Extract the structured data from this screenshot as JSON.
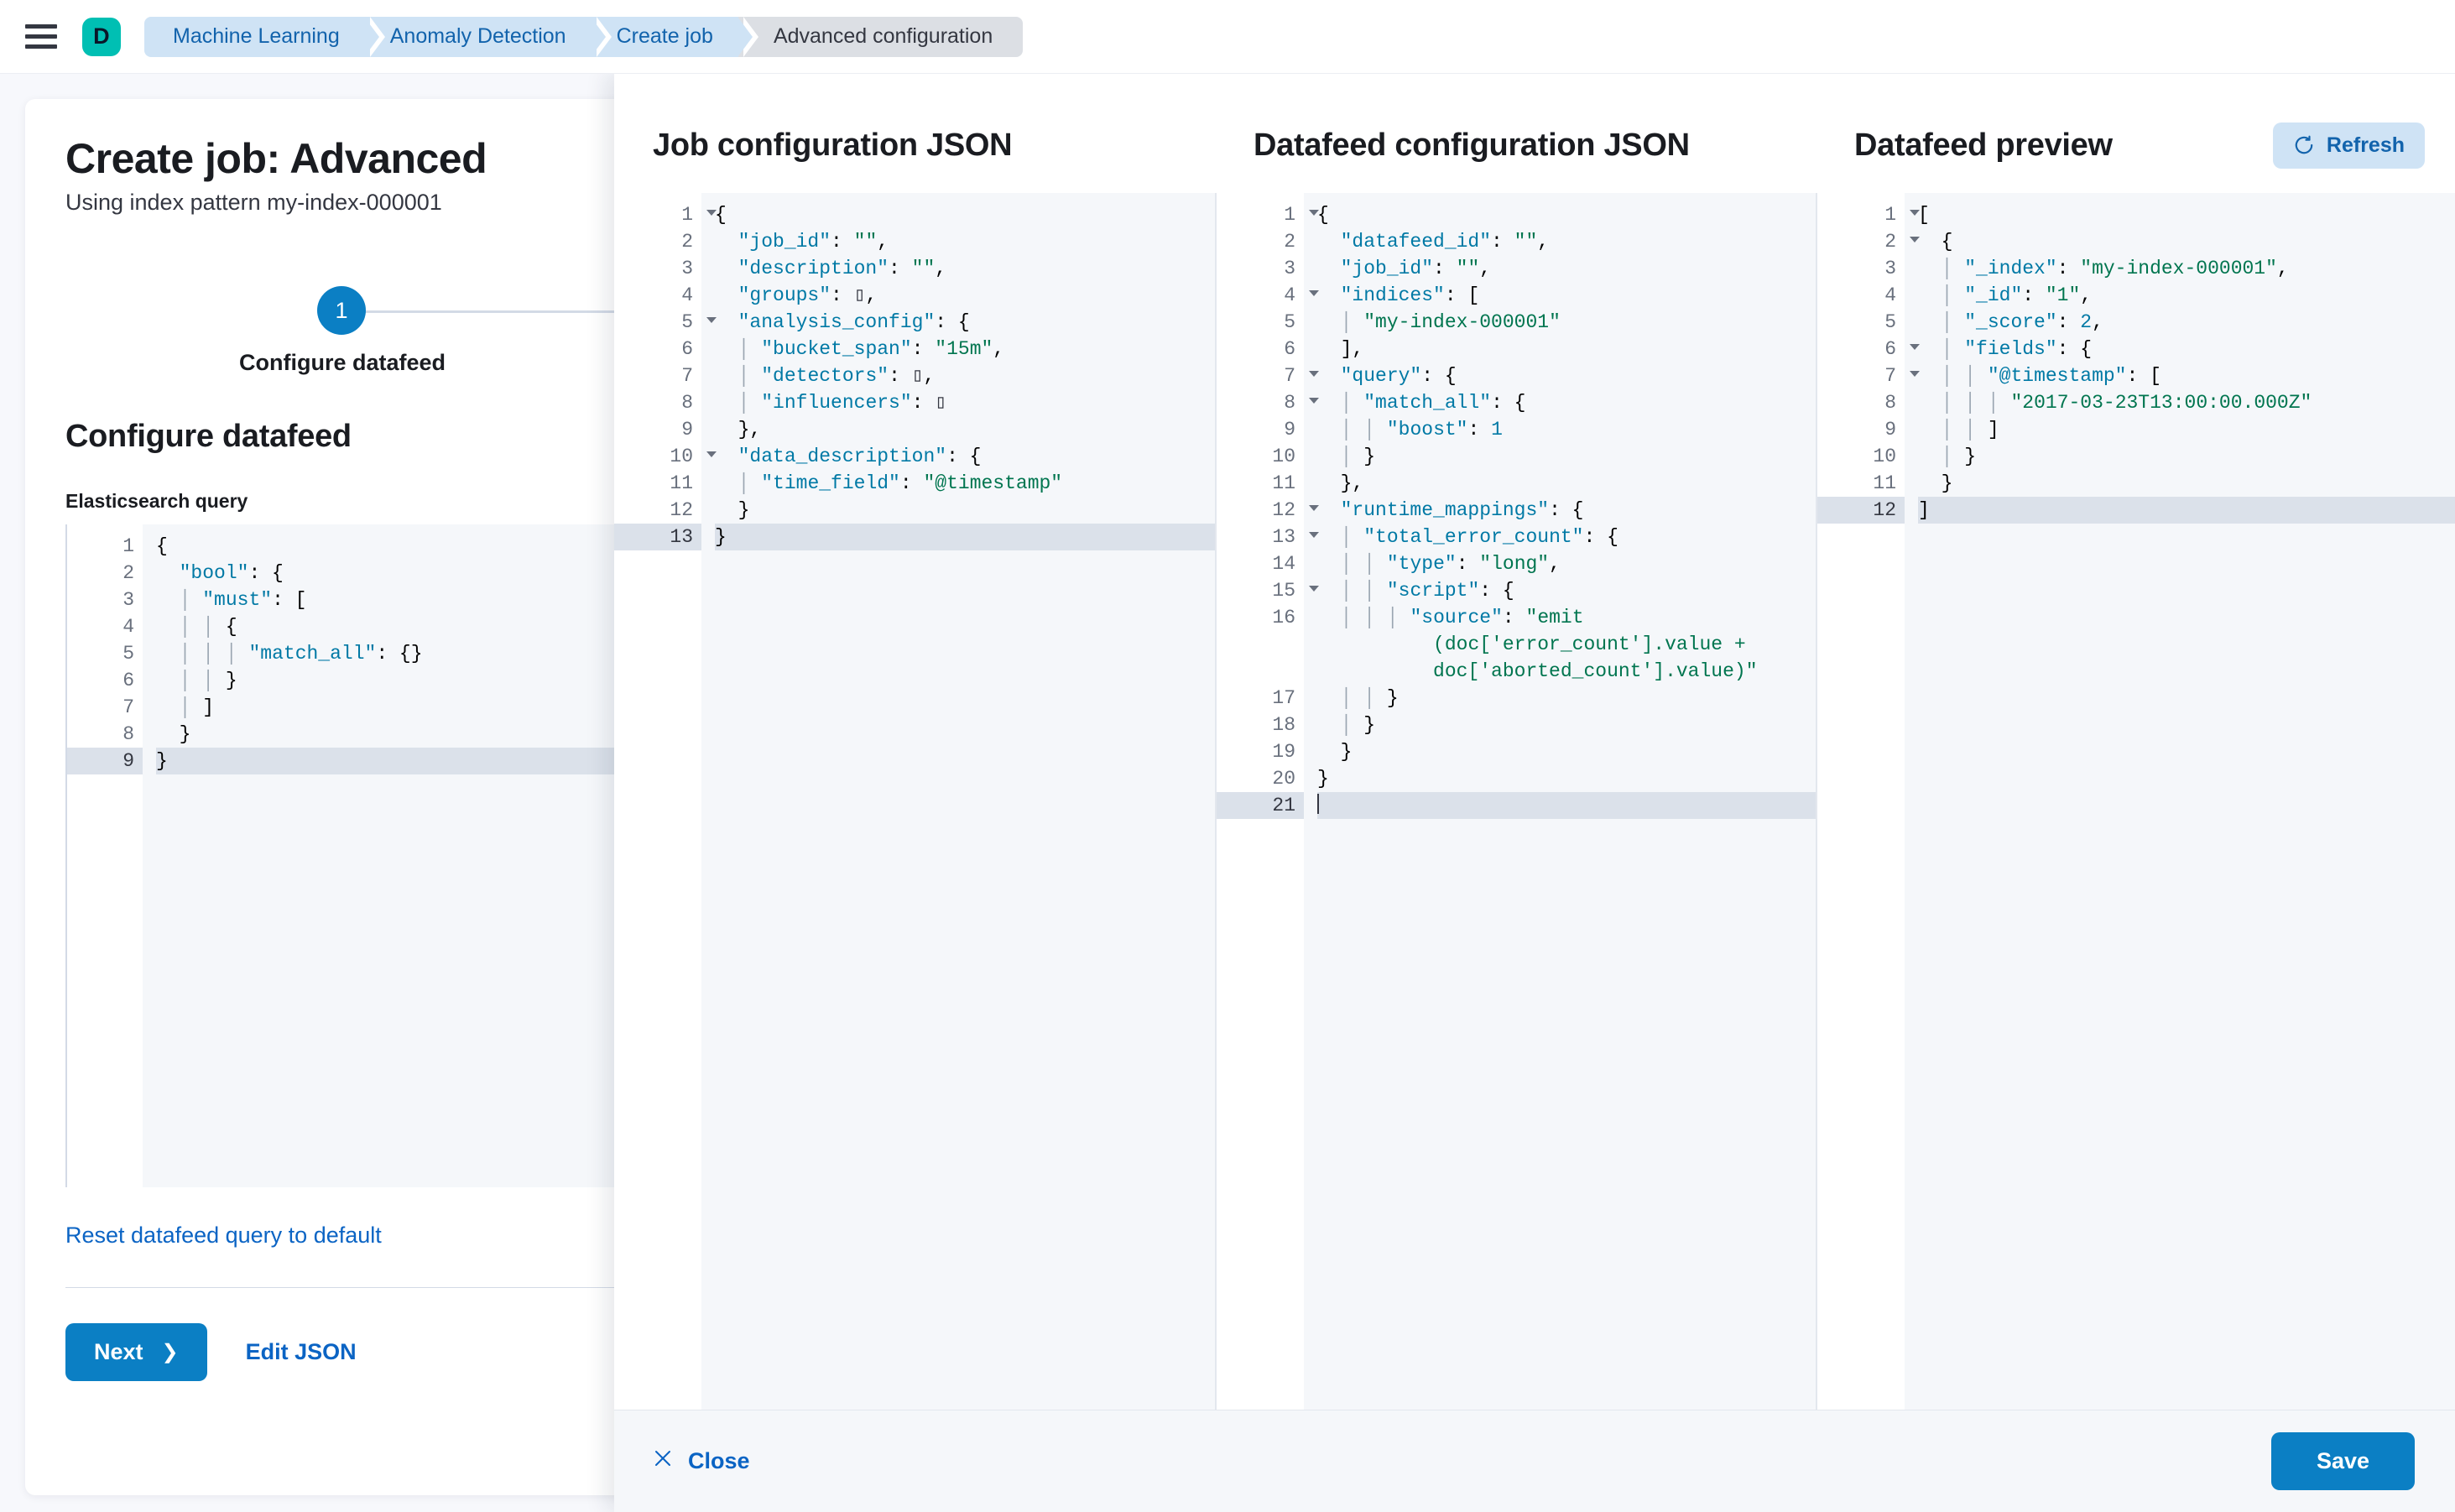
{
  "topbar": {
    "menu_icon": "hamburger-icon",
    "space_badge": "D",
    "breadcrumbs": [
      {
        "label": "Machine Learning",
        "current": false
      },
      {
        "label": "Anomaly Detection",
        "current": false
      },
      {
        "label": "Create job",
        "current": false
      },
      {
        "label": "Advanced configuration",
        "current": true
      }
    ]
  },
  "page": {
    "title": "Create job: Advanced",
    "subtitle": "Using index pattern my-index-000001",
    "step": {
      "number": "1",
      "label": "Configure datafeed"
    },
    "section_title": "Configure datafeed",
    "field_label": "Elasticsearch query",
    "reset_link": "Reset datafeed query to default",
    "next_label": "Next",
    "next_chevron": "chevron-right-icon",
    "edit_json_label": "Edit JSON",
    "query_editor": {
      "active_line": 9,
      "lines": [
        {
          "n": 1,
          "fold": true,
          "html": "<span class=\"p\">{</span>"
        },
        {
          "n": 2,
          "fold": true,
          "html": "  <span class=\"k\">\"bool\"</span><span class=\"p\">: {</span>"
        },
        {
          "n": 3,
          "fold": true,
          "html": "  <span class=\"guide\">│</span> <span class=\"k\">\"must\"</span><span class=\"p\">: [</span>"
        },
        {
          "n": 4,
          "fold": true,
          "html": "  <span class=\"guide\">│</span> <span class=\"guide\">│</span> <span class=\"p\">{</span>"
        },
        {
          "n": 5,
          "fold": false,
          "html": "  <span class=\"guide\">│</span> <span class=\"guide\">│</span> <span class=\"guide\">│</span> <span class=\"k\">\"match_all\"</span><span class=\"p\">: {}</span>"
        },
        {
          "n": 6,
          "fold": false,
          "html": "  <span class=\"guide\">│</span> <span class=\"guide\">│</span> <span class=\"p\">}</span>"
        },
        {
          "n": 7,
          "fold": false,
          "html": "  <span class=\"guide\">│</span> <span class=\"p\">]</span>"
        },
        {
          "n": 8,
          "fold": false,
          "html": "  <span class=\"p\">}</span>"
        },
        {
          "n": 9,
          "fold": false,
          "html": "<span class=\"p\">}</span>"
        }
      ]
    }
  },
  "flyout": {
    "columns": [
      {
        "key": "job-configuration-json",
        "title": "Job configuration JSON",
        "active_line": 13,
        "lines": [
          {
            "n": 1,
            "fold": true,
            "html": "<span class=\"p\">{</span>"
          },
          {
            "n": 2,
            "fold": false,
            "html": "  <span class=\"k\">\"job_id\"</span><span class=\"p\">: </span><span class=\"s\">\"\"</span><span class=\"p\">,</span>"
          },
          {
            "n": 3,
            "fold": false,
            "html": "  <span class=\"k\">\"description\"</span><span class=\"p\">: </span><span class=\"s\">\"\"</span><span class=\"p\">,</span>"
          },
          {
            "n": 4,
            "fold": false,
            "html": "  <span class=\"k\">\"groups\"</span><span class=\"p\">: </span><span class=\"emptyarr\">▯</span><span class=\"p\">,</span>"
          },
          {
            "n": 5,
            "fold": true,
            "html": "  <span class=\"k\">\"analysis_config\"</span><span class=\"p\">: {</span>"
          },
          {
            "n": 6,
            "fold": false,
            "html": "  <span class=\"guide\">│</span> <span class=\"k\">\"bucket_span\"</span><span class=\"p\">: </span><span class=\"s\">\"15m\"</span><span class=\"p\">,</span>"
          },
          {
            "n": 7,
            "fold": false,
            "html": "  <span class=\"guide\">│</span> <span class=\"k\">\"detectors\"</span><span class=\"p\">: </span><span class=\"emptyarr\">▯</span><span class=\"p\">,</span>"
          },
          {
            "n": 8,
            "fold": false,
            "html": "  <span class=\"guide\">│</span> <span class=\"k\">\"influencers\"</span><span class=\"p\">: </span><span class=\"emptyarr\">▯</span>"
          },
          {
            "n": 9,
            "fold": false,
            "html": "  <span class=\"p\">},</span>"
          },
          {
            "n": 10,
            "fold": true,
            "html": "  <span class=\"k\">\"data_description\"</span><span class=\"p\">: {</span>"
          },
          {
            "n": 11,
            "fold": false,
            "html": "  <span class=\"guide\">│</span> <span class=\"k\">\"time_field\"</span><span class=\"p\">: </span><span class=\"s\">\"@timestamp\"</span>"
          },
          {
            "n": 12,
            "fold": false,
            "html": "  <span class=\"p\">}</span>"
          },
          {
            "n": 13,
            "fold": false,
            "html": "<span class=\"p\">}</span>"
          }
        ]
      },
      {
        "key": "datafeed-configuration-json",
        "title": "Datafeed configuration JSON",
        "active_line": 21,
        "lines": [
          {
            "n": 1,
            "fold": true,
            "html": "<span class=\"p\">{</span>"
          },
          {
            "n": 2,
            "fold": false,
            "html": "  <span class=\"k\">\"datafeed_id\"</span><span class=\"p\">: </span><span class=\"s\">\"\"</span><span class=\"p\">,</span>"
          },
          {
            "n": 3,
            "fold": false,
            "html": "  <span class=\"k\">\"job_id\"</span><span class=\"p\">: </span><span class=\"s\">\"\"</span><span class=\"p\">,</span>"
          },
          {
            "n": 4,
            "fold": true,
            "html": "  <span class=\"k\">\"indices\"</span><span class=\"p\">: [</span>"
          },
          {
            "n": 5,
            "fold": false,
            "html": "  <span class=\"guide\">│</span> <span class=\"s\">\"my-index-000001\"</span>"
          },
          {
            "n": 6,
            "fold": false,
            "html": "  <span class=\"p\">],</span>"
          },
          {
            "n": 7,
            "fold": true,
            "html": "  <span class=\"k\">\"query\"</span><span class=\"p\">: {</span>"
          },
          {
            "n": 8,
            "fold": true,
            "html": "  <span class=\"guide\">│</span> <span class=\"k\">\"match_all\"</span><span class=\"p\">: {</span>"
          },
          {
            "n": 9,
            "fold": false,
            "html": "  <span class=\"guide\">│</span> <span class=\"guide\">│</span> <span class=\"k\">\"boost\"</span><span class=\"p\">: </span><span class=\"n\">1</span>"
          },
          {
            "n": 10,
            "fold": false,
            "html": "  <span class=\"guide\">│</span> <span class=\"p\">}</span>"
          },
          {
            "n": 11,
            "fold": false,
            "html": "  <span class=\"p\">},</span>"
          },
          {
            "n": 12,
            "fold": true,
            "html": "  <span class=\"k\">\"runtime_mappings\"</span><span class=\"p\">: {</span>"
          },
          {
            "n": 13,
            "fold": true,
            "html": "  <span class=\"guide\">│</span> <span class=\"k\">\"total_error_count\"</span><span class=\"p\">: {</span>"
          },
          {
            "n": 14,
            "fold": false,
            "html": "  <span class=\"guide\">│</span> <span class=\"guide\">│</span> <span class=\"k\">\"type\"</span><span class=\"p\">: </span><span class=\"s\">\"long\"</span><span class=\"p\">,</span>"
          },
          {
            "n": 15,
            "fold": true,
            "html": "  <span class=\"guide\">│</span> <span class=\"guide\">│</span> <span class=\"k\">\"script\"</span><span class=\"p\">: {</span>"
          },
          {
            "n": 16,
            "fold": false,
            "wrap": true,
            "html": "  <span class=\"guide\">│</span> <span class=\"guide\">│</span> <span class=\"guide\">│</span> <span class=\"k\">\"source\"</span><span class=\"p\">: </span><span class=\"s\">\"emit</span>\n          <span class=\"s\">(doc['error_count'].value +</span>\n          <span class=\"s\">doc['aborted_count'].value)\"</span>"
          },
          {
            "n": 17,
            "fold": false,
            "html": "  <span class=\"guide\">│</span> <span class=\"guide\">│</span> <span class=\"p\">}</span>"
          },
          {
            "n": 18,
            "fold": false,
            "html": "  <span class=\"guide\">│</span> <span class=\"p\">}</span>"
          },
          {
            "n": 19,
            "fold": false,
            "html": "  <span class=\"p\">}</span>"
          },
          {
            "n": 20,
            "fold": false,
            "html": "<span class=\"p\">}</span>"
          },
          {
            "n": 21,
            "fold": false,
            "html": "<span class=\"caret\"></span>"
          }
        ]
      },
      {
        "key": "datafeed-preview",
        "title": "Datafeed preview",
        "refresh_label": "Refresh",
        "refresh_icon": "refresh-icon",
        "active_line": 12,
        "lines": [
          {
            "n": 1,
            "fold": true,
            "html": "<span class=\"p\">[</span>"
          },
          {
            "n": 2,
            "fold": true,
            "html": "  <span class=\"p\">{</span>"
          },
          {
            "n": 3,
            "fold": false,
            "html": "  <span class=\"guide\">│</span> <span class=\"k\">\"_index\"</span><span class=\"p\">: </span><span class=\"s\">\"my-index-000001\"</span><span class=\"p\">,</span>"
          },
          {
            "n": 4,
            "fold": false,
            "html": "  <span class=\"guide\">│</span> <span class=\"k\">\"_id\"</span><span class=\"p\">: </span><span class=\"s\">\"1\"</span><span class=\"p\">,</span>"
          },
          {
            "n": 5,
            "fold": false,
            "html": "  <span class=\"guide\">│</span> <span class=\"k\">\"_score\"</span><span class=\"p\">: </span><span class=\"n\">2</span><span class=\"p\">,</span>"
          },
          {
            "n": 6,
            "fold": true,
            "html": "  <span class=\"guide\">│</span> <span class=\"k\">\"fields\"</span><span class=\"p\">: {</span>"
          },
          {
            "n": 7,
            "fold": true,
            "html": "  <span class=\"guide\">│</span> <span class=\"guide\">│</span> <span class=\"k\">\"@timestamp\"</span><span class=\"p\">: [</span>"
          },
          {
            "n": 8,
            "fold": false,
            "html": "  <span class=\"guide\">│</span> <span class=\"guide\">│</span> <span class=\"guide\">│</span> <span class=\"s\">\"2017-03-23T13:00:00.000Z\"</span>"
          },
          {
            "n": 9,
            "fold": false,
            "html": "  <span class=\"guide\">│</span> <span class=\"guide\">│</span> <span class=\"p\">]</span>"
          },
          {
            "n": 10,
            "fold": false,
            "html": "  <span class=\"guide\">│</span> <span class=\"p\">}</span>"
          },
          {
            "n": 11,
            "fold": false,
            "html": "  <span class=\"p\">}</span>"
          },
          {
            "n": 12,
            "fold": false,
            "html": "<span class=\"p\">]</span>"
          }
        ]
      }
    ],
    "footer": {
      "close_label": "Close",
      "close_icon": "close-icon",
      "save_label": "Save"
    }
  },
  "colors": {
    "primary": "#0b7fc4",
    "link": "#0b64c4",
    "space_badge_bg": "#00bfb3",
    "breadcrumb_bg": "#cfe3f5",
    "breadcrumb_current_bg": "#dcdfe4",
    "editor_bg": "#f5f7fa",
    "active_line_bg": "#dbe1ea",
    "json_key": "#0079a5",
    "json_string": "#00754f"
  }
}
